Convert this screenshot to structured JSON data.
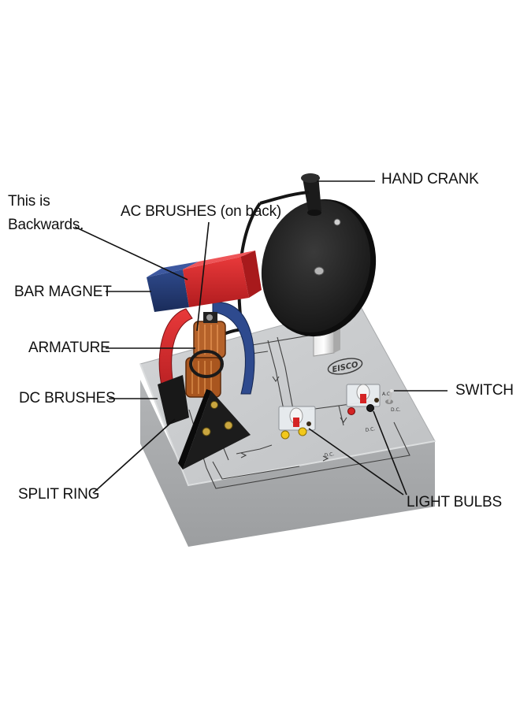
{
  "labels": {
    "hand_crank": "HAND CRANK",
    "note_line1": "This is",
    "note_line2": "Backwards.",
    "ac_brushes": "AC BRUSHES (on back)",
    "bar_magnet": "BAR MAGNET",
    "armature": "ARMATURE",
    "dc_brushes": "DC BRUSHES",
    "switch": "SWITCH",
    "split_ring": "SPLIT RING",
    "light_bulbs": "LIGHT BULBS"
  },
  "board_markings": {
    "brand": "EISCO",
    "dc_left": "D.C.",
    "dc_right": "D.C.",
    "switch_ac": "A.C.",
    "switch_dc": "D.C."
  },
  "colors": {
    "board_top": "#c9cbcd",
    "board_side": "#a7a9ab",
    "magnet_red": "#d8272a",
    "magnet_blue": "#243a73",
    "wheel": "#1e1e1e",
    "copper": "#b5622a",
    "bulb_socket_yellow": "#f2c81b",
    "bulb_socket_red": "#d42424"
  }
}
